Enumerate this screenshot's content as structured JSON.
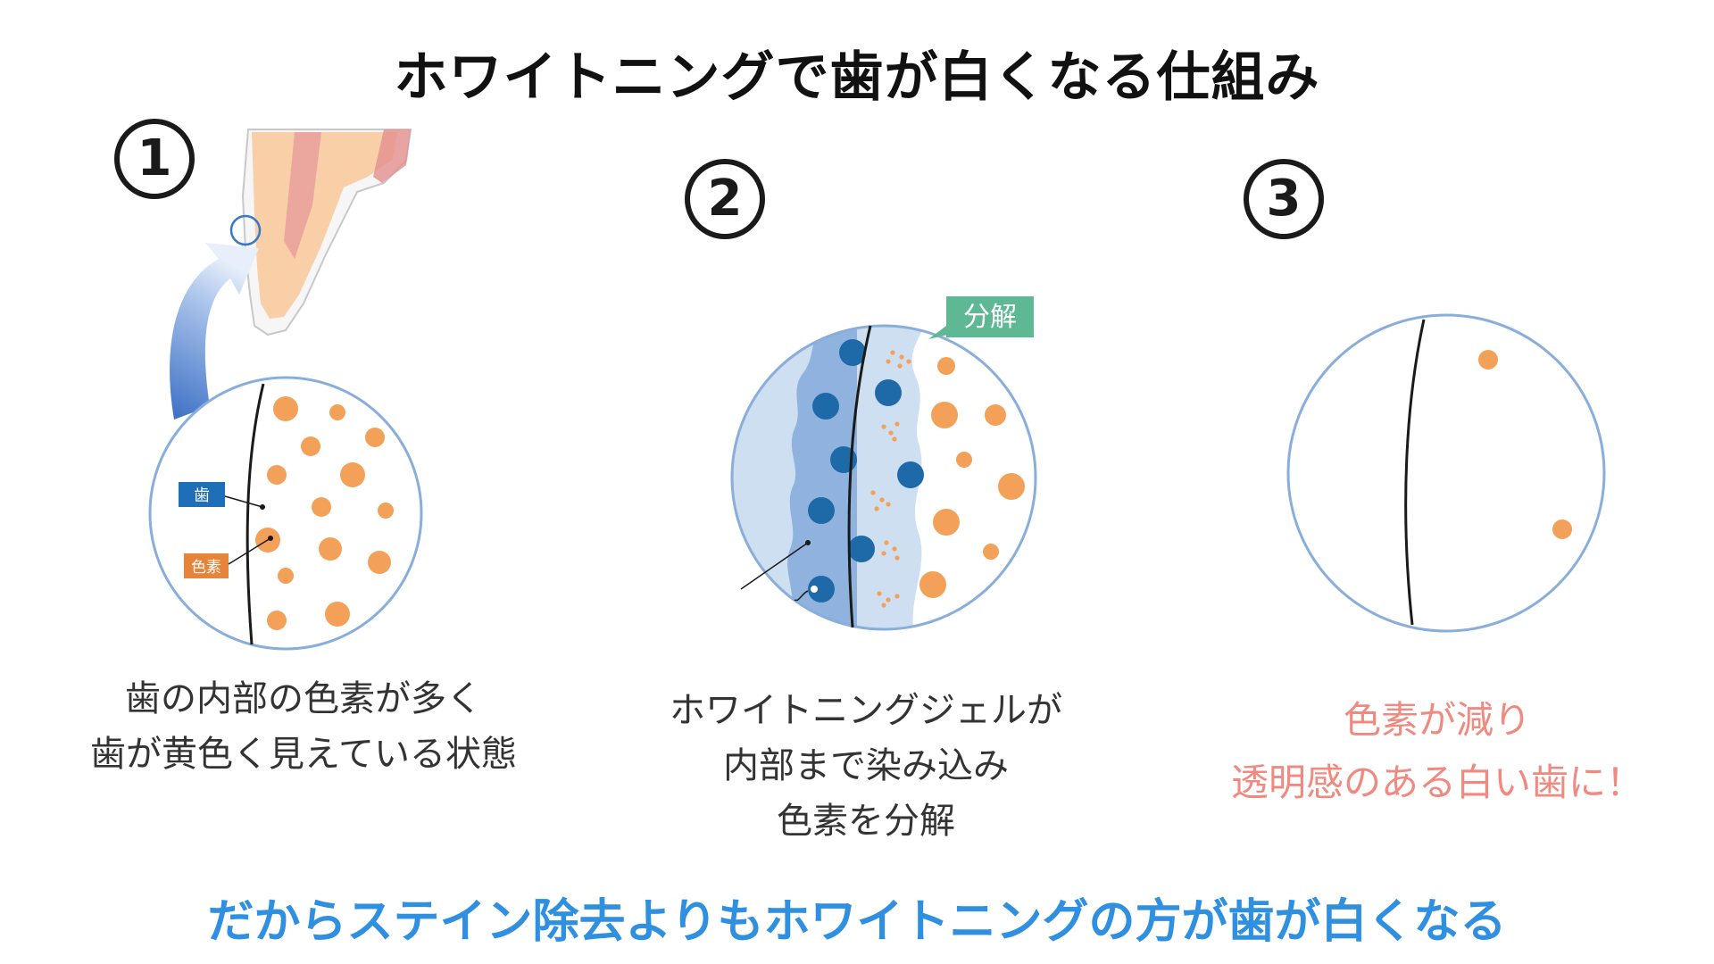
{
  "title": "ホワイトニングで歯が白くなる仕組み",
  "steps": [
    {
      "number": "1",
      "caption_lines": [
        "歯の内部の色素が多く",
        "歯が黄色く見えている状態"
      ],
      "labels": {
        "tooth": "歯",
        "pigment": "色素"
      }
    },
    {
      "number": "2",
      "caption_lines": [
        "ホワイトニングジェルが",
        "内部まで染み込み",
        "色素を分解"
      ],
      "labels": {
        "decompose": "分解"
      }
    },
    {
      "number": "3",
      "caption_lines": [
        "色素が減り",
        "透明感のある白い歯に！"
      ]
    }
  ],
  "footer": "だからステイン除去よりもホワイトニングの方が歯が白くなる",
  "colors": {
    "pigment": "#f3a158",
    "tooth_label": "#1f6fb8",
    "pigment_label": "#e8833a",
    "gel": "#8fb3de",
    "gel_particle": "#1e6aa8",
    "decompose_tag": "#5fb894",
    "circle_border": "#8aaedb",
    "highlight": "#f08a80",
    "footer": "#2f8fe0"
  }
}
